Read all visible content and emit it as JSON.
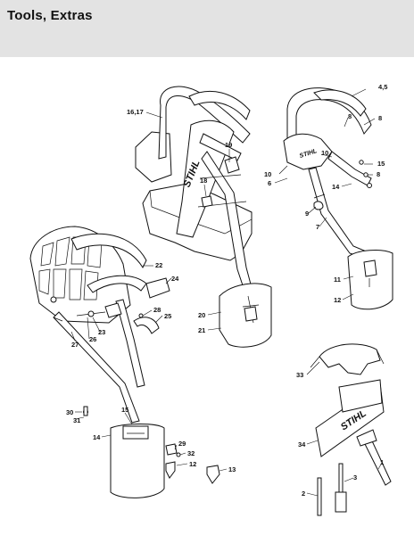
{
  "header": {
    "title": "Tools, Extras"
  },
  "brand": {
    "logo_text": "STIHL"
  },
  "callouts": [
    {
      "id": "c-16-17",
      "text": "16,17"
    },
    {
      "id": "c-19",
      "text": "19"
    },
    {
      "id": "c-18",
      "text": "18"
    },
    {
      "id": "c-4-5",
      "text": "4,5"
    },
    {
      "id": "c-8a",
      "text": "8"
    },
    {
      "id": "c-8b",
      "text": "8"
    },
    {
      "id": "c-10a",
      "text": "10"
    },
    {
      "id": "c-10b",
      "text": "10"
    },
    {
      "id": "c-6",
      "text": "6"
    },
    {
      "id": "c-15a",
      "text": "15"
    },
    {
      "id": "c-8c",
      "text": "8"
    },
    {
      "id": "c-14a",
      "text": "14"
    },
    {
      "id": "c-9",
      "text": "9"
    },
    {
      "id": "c-7",
      "text": "7"
    },
    {
      "id": "c-11",
      "text": "11"
    },
    {
      "id": "c-12a",
      "text": "12"
    },
    {
      "id": "c-22",
      "text": "22"
    },
    {
      "id": "c-24",
      "text": "24"
    },
    {
      "id": "c-20",
      "text": "20"
    },
    {
      "id": "c-21",
      "text": "21"
    },
    {
      "id": "c-28",
      "text": "28"
    },
    {
      "id": "c-25",
      "text": "25"
    },
    {
      "id": "c-23",
      "text": "23"
    },
    {
      "id": "c-26",
      "text": "26"
    },
    {
      "id": "c-27",
      "text": "27"
    },
    {
      "id": "c-33",
      "text": "33"
    },
    {
      "id": "c-30",
      "text": "30"
    },
    {
      "id": "c-31",
      "text": "31"
    },
    {
      "id": "c-15b",
      "text": "15"
    },
    {
      "id": "c-14b",
      "text": "14"
    },
    {
      "id": "c-29",
      "text": "29"
    },
    {
      "id": "c-32",
      "text": "32"
    },
    {
      "id": "c-12b",
      "text": "12"
    },
    {
      "id": "c-13",
      "text": "13"
    },
    {
      "id": "c-34",
      "text": "34"
    },
    {
      "id": "c-1",
      "text": "1"
    },
    {
      "id": "c-3",
      "text": "3"
    },
    {
      "id": "c-2",
      "text": "2"
    }
  ]
}
